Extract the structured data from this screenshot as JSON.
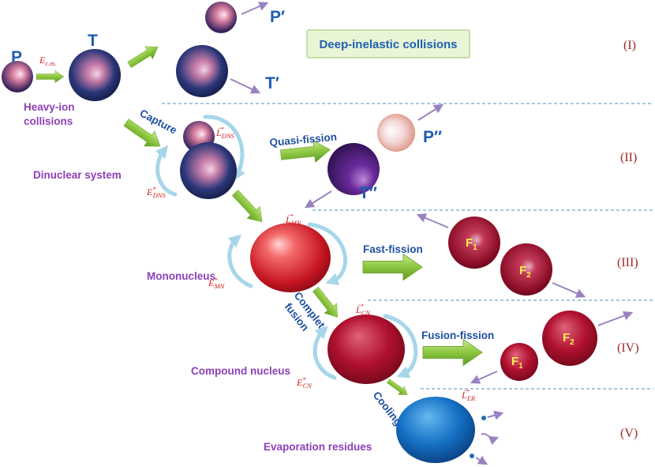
{
  "banner": "Deep-inelastic collisions",
  "rows": [
    "(I)",
    "(II)",
    "(III)",
    "(IV)",
    "(V)"
  ],
  "nuclei": {
    "projectile": "P",
    "target": "T",
    "projectile_out_1": "P′",
    "target_out_1": "T′",
    "projectile_out_2": "P′′",
    "target_out_2": "T′′"
  },
  "energy": {
    "ecm_base": "E",
    "ecm_sub": "c.m."
  },
  "stages": {
    "heavy_ion_line1": "Heavy-ion",
    "heavy_ion_line2": "collisions",
    "dinuclear": "Dinuclear system",
    "mononucleus": "Mononucleus",
    "compound": "Compound nucleus",
    "evaporation": "Evaporation residues"
  },
  "processes": {
    "capture": "Capture",
    "quasi_fission": "Quasi-fission",
    "fast_fission": "Fast-fission",
    "complete_fusion_1": "Complete",
    "complete_fusion_2": "fusion",
    "fusion_fission": "Fusion-fission",
    "cooling": "Cooling"
  },
  "fragments": {
    "base": "F",
    "sub1": "1",
    "sub2": "2"
  },
  "angular_momenta": {
    "base": "L",
    "dns": "DNS",
    "mn": "MN",
    "cn": "CN",
    "er": "ER"
  },
  "excitation_energies": {
    "base": "E",
    "star": "*",
    "dns": "DNS",
    "mn": "MN",
    "cn": "CN"
  },
  "colors": {
    "stage_label": "#8e3fb8",
    "process_label": "#1f4fa0",
    "roman_numeral": "#a02828",
    "symbol": "#d42020",
    "arrow_green": "#8cc63f",
    "divider": "#6fa8c9"
  }
}
